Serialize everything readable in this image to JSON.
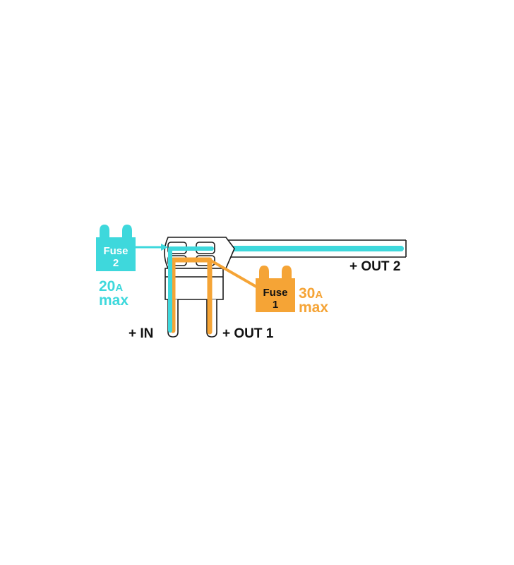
{
  "colors": {
    "background": "#ffffff",
    "outline": "#1a1a1a",
    "fuse2_cyan": "#3ed8dc",
    "fuse1_orange": "#f5a436",
    "text_dark": "#111111"
  },
  "fuse2": {
    "label_line1": "Fuse",
    "label_line2": "2",
    "rating_value": "20",
    "rating_unit": "A",
    "rating_suffix": "max",
    "color_name": "cyan"
  },
  "fuse1": {
    "label_line1": "Fuse",
    "label_line2": "1",
    "rating_value": "30",
    "rating_unit": "A",
    "rating_suffix": "max",
    "color_name": "orange"
  },
  "terminals": {
    "in_label": "+ IN",
    "out1_label": "+ OUT 1",
    "out2_label": "+ OUT 2"
  },
  "icons": [
    "blade-fuse-icon",
    "fuse-tap-holder"
  ]
}
